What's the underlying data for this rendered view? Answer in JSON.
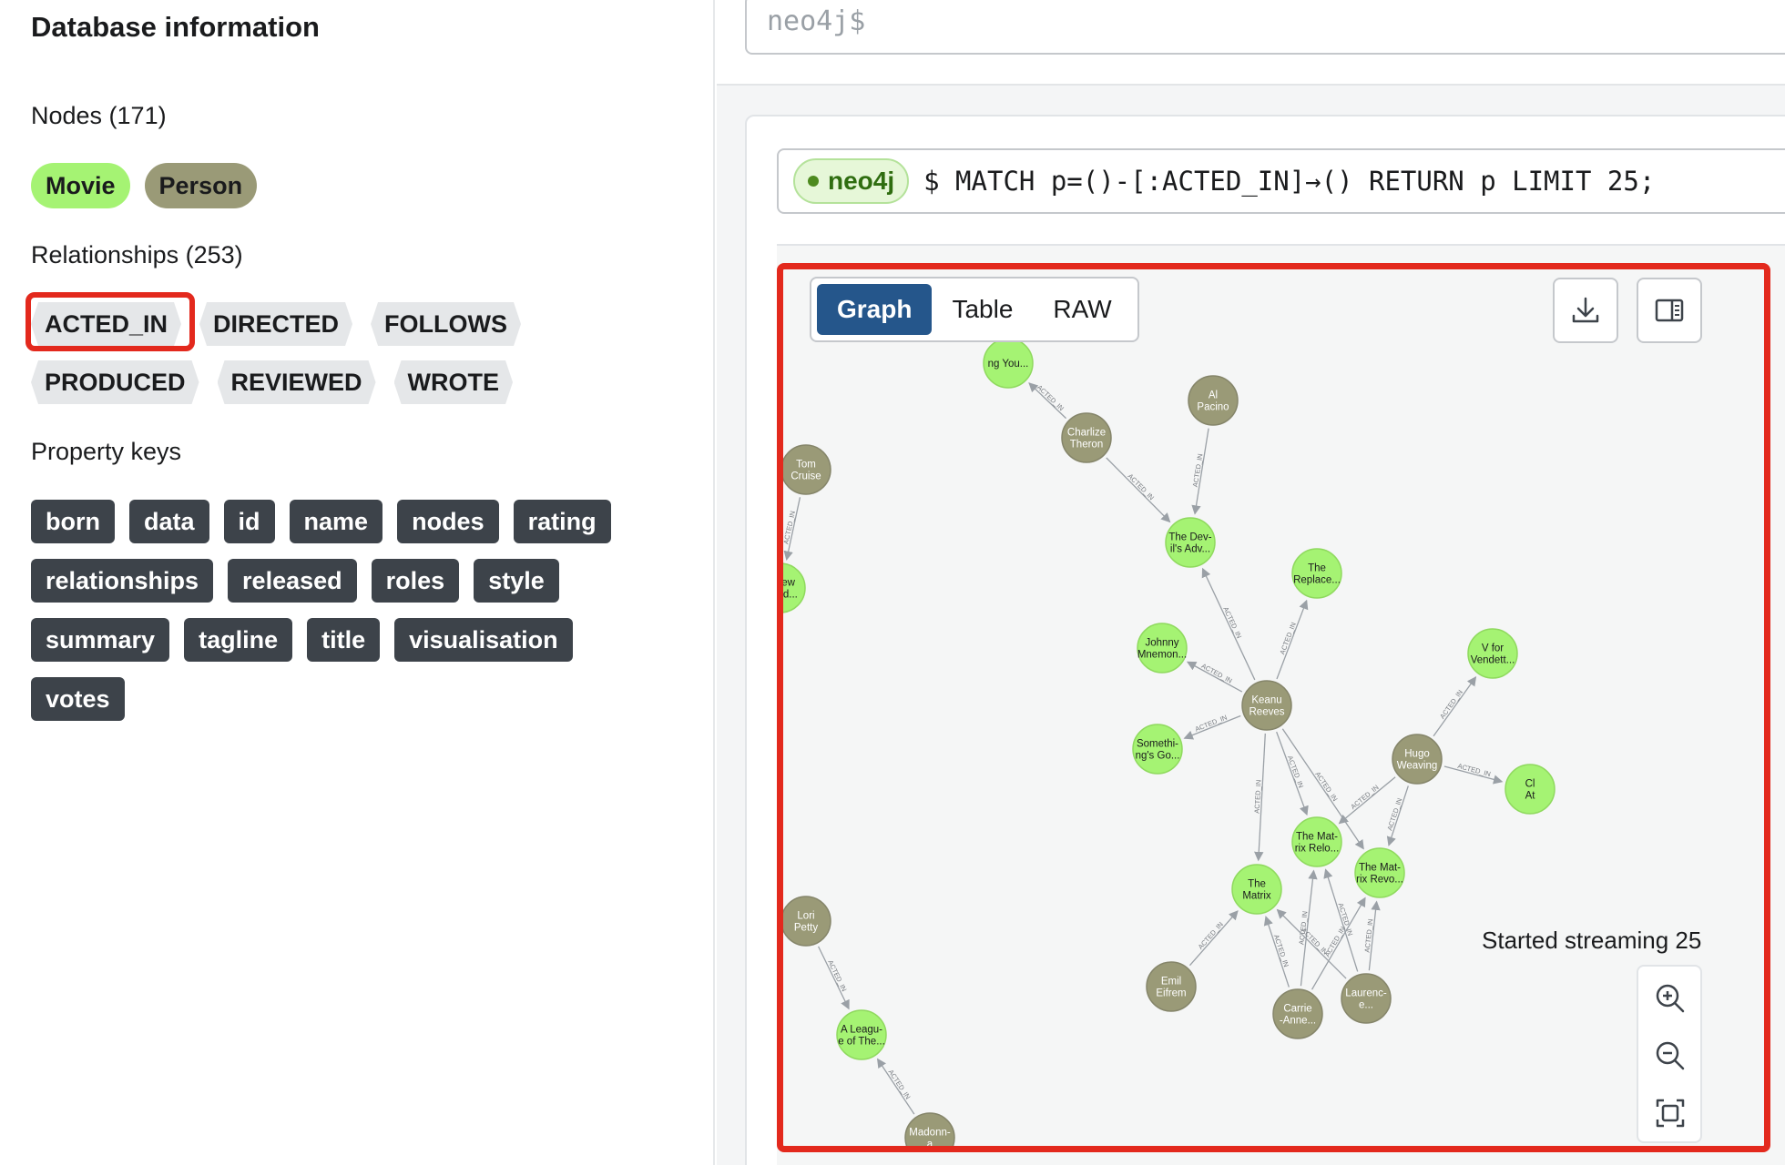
{
  "sidebar": {
    "title": "Database information",
    "nodes_heading": "Nodes (171)",
    "node_labels": [
      {
        "label": "Movie",
        "color": "#a5f373",
        "text_color": "#1a1b1d"
      },
      {
        "label": "Person",
        "color": "#9a9a77",
        "text_color": "#1a1b1d"
      }
    ],
    "relationships_heading": "Relationships (253)",
    "relationship_types": [
      "ACTED_IN",
      "DIRECTED",
      "FOLLOWS",
      "PRODUCED",
      "REVIEWED",
      "WROTE"
    ],
    "highlighted_relationship": "ACTED_IN",
    "property_keys_heading": "Property keys",
    "property_keys": [
      "born",
      "data",
      "id",
      "name",
      "nodes",
      "rating",
      "relationships",
      "released",
      "roles",
      "style",
      "summary",
      "tagline",
      "title",
      "visualisation",
      "votes"
    ]
  },
  "editor": {
    "prompt": "neo4j$"
  },
  "frame": {
    "db_name": "neo4j",
    "command": "$ MATCH p=()-[:ACTED_IN]→() RETURN p LIMIT 25;",
    "view_tabs": [
      "Graph",
      "Table",
      "RAW"
    ],
    "active_tab": "Graph",
    "status": "Started streaming 25"
  },
  "colors": {
    "movie": "#a5f373",
    "person": "#9a9a77",
    "highlight": "#e3291d",
    "active_tab": "#25568b",
    "chip_dark": "#3d434a"
  },
  "graph": {
    "edge_label": "ACTED_IN",
    "nodes": [
      {
        "id": "youngguns",
        "type": "movie",
        "lines": [
          "ng You..."
        ]
      },
      {
        "id": "alpacino",
        "type": "person",
        "lines": [
          "Al",
          "Pacino"
        ]
      },
      {
        "id": "charlize",
        "type": "person",
        "lines": [
          "Charlize",
          "Theron"
        ]
      },
      {
        "id": "tomcruise",
        "type": "person",
        "lines": [
          "Tom",
          "Cruise"
        ]
      },
      {
        "id": "devils",
        "type": "movie",
        "lines": [
          "The Dev-",
          "il's Adv..."
        ]
      },
      {
        "id": "fewgood",
        "type": "movie",
        "lines": [
          "A Few",
          "Good..."
        ]
      },
      {
        "id": "replacements",
        "type": "movie",
        "lines": [
          "The",
          "Replace..."
        ]
      },
      {
        "id": "johnny",
        "type": "movie",
        "lines": [
          "Johnny",
          "Mnemon..."
        ]
      },
      {
        "id": "vendetta",
        "type": "movie",
        "lines": [
          "V for",
          "Vendett..."
        ]
      },
      {
        "id": "keanu",
        "type": "person",
        "lines": [
          "Keanu",
          "Reeves"
        ]
      },
      {
        "id": "something",
        "type": "movie",
        "lines": [
          "Somethi-",
          "ng's Go..."
        ]
      },
      {
        "id": "hugo",
        "type": "person",
        "lines": [
          "Hugo",
          "Weaving"
        ]
      },
      {
        "id": "cloud",
        "type": "movie",
        "lines": [
          "Cl",
          "At"
        ]
      },
      {
        "id": "reloaded",
        "type": "movie",
        "lines": [
          "The Mat-",
          "rix Relo..."
        ]
      },
      {
        "id": "matrix",
        "type": "movie",
        "lines": [
          "The",
          "Matrix"
        ]
      },
      {
        "id": "revolutions",
        "type": "movie",
        "lines": [
          "The Mat-",
          "rix Revo..."
        ]
      },
      {
        "id": "loripetty",
        "type": "person",
        "lines": [
          "Lori",
          "Petty"
        ]
      },
      {
        "id": "emil",
        "type": "person",
        "lines": [
          "Emil",
          "Eifrem"
        ]
      },
      {
        "id": "carrie",
        "type": "person",
        "lines": [
          "Carrie",
          "-Anne..."
        ]
      },
      {
        "id": "laurence",
        "type": "person",
        "lines": [
          "Laurenc-",
          "e..."
        ]
      },
      {
        "id": "league",
        "type": "movie",
        "lines": [
          "A Leagu-",
          "e of The..."
        ]
      },
      {
        "id": "madonna",
        "type": "person",
        "lines": [
          "Madonn-",
          "a"
        ]
      }
    ],
    "edges": [
      [
        "charlize",
        "youngguns"
      ],
      [
        "charlize",
        "devils"
      ],
      [
        "alpacino",
        "devils"
      ],
      [
        "tomcruise",
        "fewgood"
      ],
      [
        "keanu",
        "devils"
      ],
      [
        "keanu",
        "replacements"
      ],
      [
        "keanu",
        "johnny"
      ],
      [
        "keanu",
        "something"
      ],
      [
        "keanu",
        "matrix"
      ],
      [
        "keanu",
        "reloaded"
      ],
      [
        "keanu",
        "revolutions"
      ],
      [
        "hugo",
        "vendetta"
      ],
      [
        "hugo",
        "cloud"
      ],
      [
        "hugo",
        "reloaded"
      ],
      [
        "hugo",
        "revolutions"
      ],
      [
        "emil",
        "matrix"
      ],
      [
        "carrie",
        "matrix"
      ],
      [
        "carrie",
        "reloaded"
      ],
      [
        "carrie",
        "revolutions"
      ],
      [
        "laurence",
        "matrix"
      ],
      [
        "laurence",
        "reloaded"
      ],
      [
        "laurence",
        "revolutions"
      ],
      [
        "loripetty",
        "league"
      ],
      [
        "madonna",
        "league"
      ]
    ]
  }
}
